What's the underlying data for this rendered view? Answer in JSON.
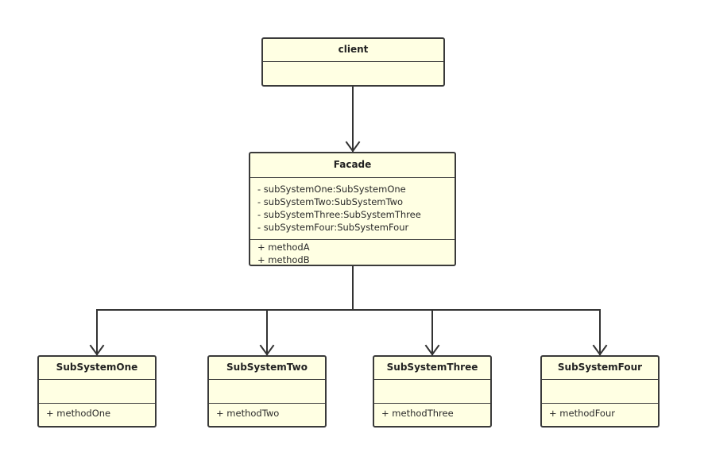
{
  "diagram": {
    "client": {
      "name": "client",
      "attributes": [],
      "operations": []
    },
    "facade": {
      "name": "Facade",
      "attributes": [
        "- subSystemOne:SubSystemOne",
        "- subSystemTwo:SubSystemTwo",
        "- subSystemThree:SubSystemThree",
        "- subSystemFour:SubSystemFour"
      ],
      "operations": [
        "+ methodA",
        "+ methodB"
      ]
    },
    "subsystems": [
      {
        "name": "SubSystemOne",
        "operations": [
          "+ methodOne"
        ]
      },
      {
        "name": "SubSystemTwo",
        "operations": [
          "+ methodTwo"
        ]
      },
      {
        "name": "SubSystemThree",
        "operations": [
          "+ methodThree"
        ]
      },
      {
        "name": "SubSystemFour",
        "operations": [
          "+ methodFour"
        ]
      }
    ],
    "colors": {
      "box_fill": "#ffffe3",
      "stroke": "#3a3a3a",
      "text": "#222222"
    }
  }
}
